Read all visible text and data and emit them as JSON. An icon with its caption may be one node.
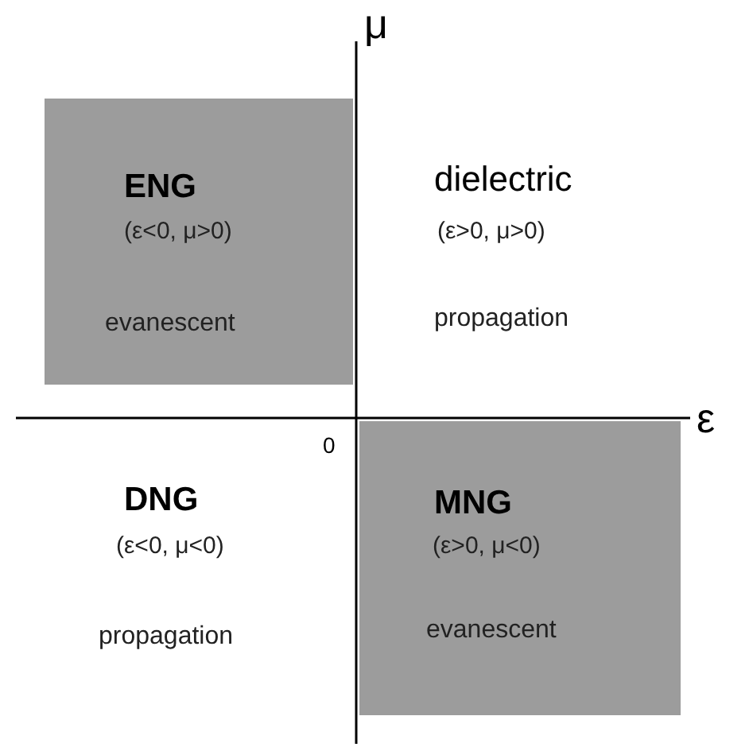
{
  "diagram": {
    "nodes": [
      {
        "text": [
          "ENG",
          "(ε<0, μ>0)",
          "evanescent"
        ]
      },
      {
        "text": [
          "MNG",
          "(ε>0, μ<0)",
          "evanescent"
        ]
      }
    ],
    "labels": [
      "μ",
      "dielectric",
      "(ε>0, μ>0)",
      "propagation",
      "ε",
      "0",
      "DNG",
      "(ε<0, μ<0)",
      "propagation"
    ]
  }
}
